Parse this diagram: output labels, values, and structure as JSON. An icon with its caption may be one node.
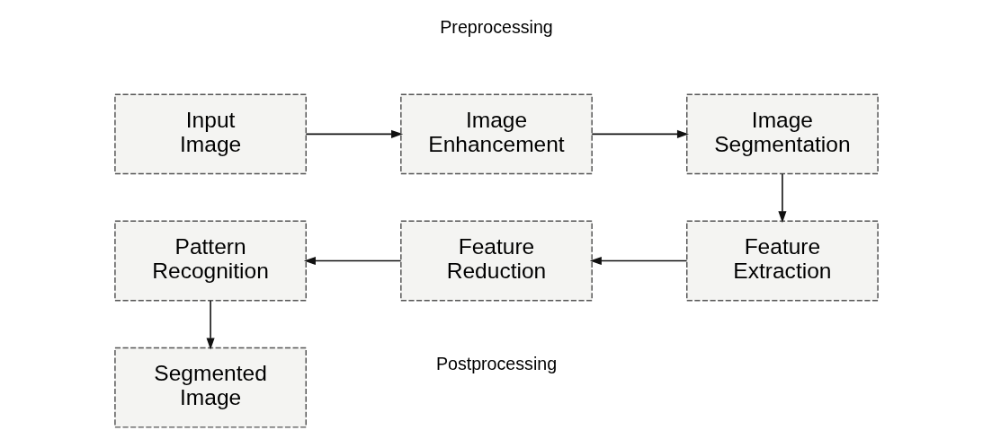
{
  "diagram": {
    "nodes": [
      {
        "text": [
          "Input Image"
        ]
      },
      {
        "text": [
          "Image Enhancement"
        ]
      },
      {
        "text": [
          "Image Segmentation"
        ]
      },
      {
        "text": [
          "Feature Extraction"
        ]
      },
      {
        "text": [
          "Feature Reduction"
        ]
      },
      {
        "text": [
          "Pattern Recognition"
        ]
      },
      {
        "text": [
          "Segmented Image"
        ]
      }
    ],
    "edges": [
      {
        "from": 0,
        "to": 1,
        "arrow": "to"
      },
      {
        "from": 1,
        "to": 2,
        "arrow": "to"
      },
      {
        "from": 2,
        "to": 3,
        "arrow": "to"
      },
      {
        "from": 3,
        "to": 4,
        "arrow": "to"
      },
      {
        "from": 4,
        "to": 5,
        "arrow": "to"
      },
      {
        "from": 5,
        "to": 6,
        "arrow": "to"
      }
    ],
    "labels": [
      "Preprocessing",
      "Postprocessing"
    ]
  }
}
